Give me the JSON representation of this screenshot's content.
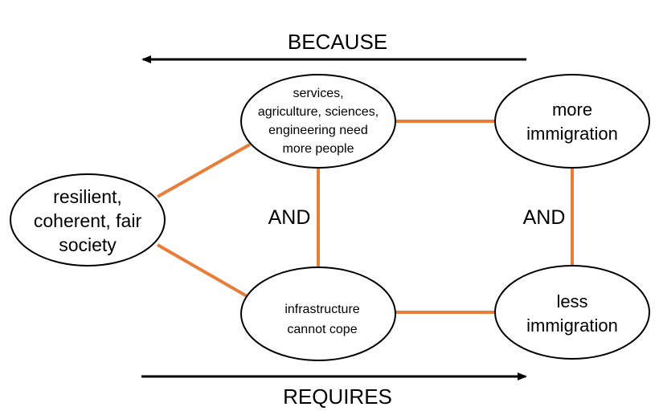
{
  "colors": {
    "edge": "#e87d3a",
    "outline": "#000000",
    "background": "#ffffff"
  },
  "arrows": {
    "top_label": "BECAUSE",
    "bottom_label": "REQUIRES"
  },
  "nodes": {
    "society": [
      "resilient,",
      "coherent, fair",
      "society"
    ],
    "services": [
      "services,",
      "agriculture, sciences,",
      "engineering need",
      "more people"
    ],
    "infrastructure": [
      "infrastructure",
      "cannot cope"
    ],
    "more_immigration": [
      "more",
      "immigration"
    ],
    "less_immigration": [
      "less",
      "immigration"
    ]
  },
  "connectors": {
    "left_and": "AND",
    "right_and": "AND"
  }
}
